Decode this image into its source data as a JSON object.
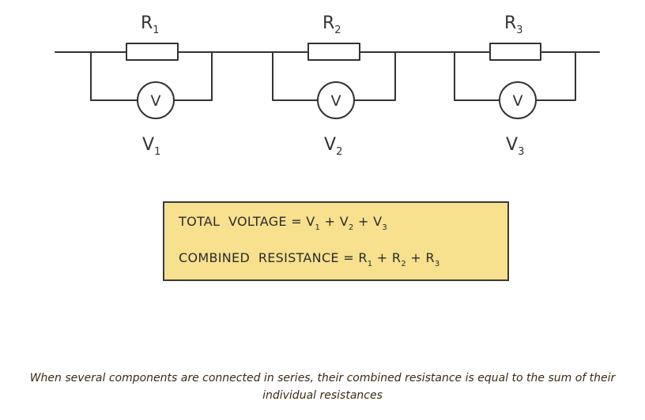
{
  "resistors": [
    {
      "label": "R",
      "sub": "1"
    },
    {
      "label": "R",
      "sub": "2"
    },
    {
      "label": "R",
      "sub": "3"
    }
  ],
  "voltmeters": [
    {
      "symbol": "V",
      "label": "V",
      "sub": "1"
    },
    {
      "symbol": "V",
      "label": "V",
      "sub": "2"
    },
    {
      "symbol": "V",
      "label": "V",
      "sub": "3"
    }
  ],
  "formulas": {
    "voltage": {
      "lhs": "TOTAL  VOLTAGE",
      "eq": " = ",
      "terms": [
        {
          "v": "V",
          "s": "1"
        },
        {
          "v": "V",
          "s": "2"
        },
        {
          "v": "V",
          "s": "3"
        }
      ],
      "plus": " + "
    },
    "resistance": {
      "lhs": "COMBINED  RESISTANCE",
      "eq": " = ",
      "terms": [
        {
          "v": "R",
          "s": "1"
        },
        {
          "v": "R",
          "s": "2"
        },
        {
          "v": "R",
          "s": "3"
        }
      ],
      "plus": " + "
    }
  },
  "caption": "When several components are connected in series, their combined resistance is equal to the sum of their individual resistances",
  "colors": {
    "box_fill": "#f7e08e",
    "caption_text": "#3b2a12"
  }
}
